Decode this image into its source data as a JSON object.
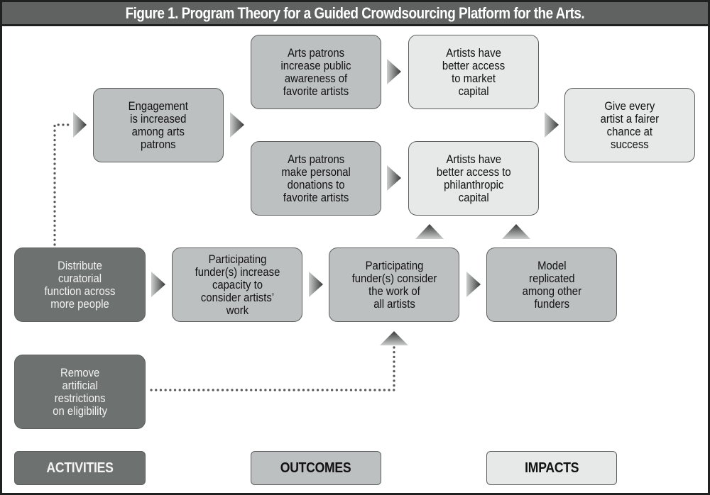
{
  "figure": {
    "title": "Figure 1. Program Theory for a Guided Crowdsourcing Platform for the Arts."
  },
  "colors": {
    "activities": "#6d7170",
    "outcomes": "#bdc0c1",
    "impacts": "#e7e8e8",
    "title_bar": "#5f6261",
    "border": "#5b5e5d",
    "arrow_light": "#c9cbcb",
    "arrow_dark": "#3a3c3c",
    "dotted_line": "#555857"
  },
  "nodes": {
    "engagement": {
      "type": "outcome",
      "text": "Engagement\nis increased\namong arts\npatrons"
    },
    "patrons_awareness": {
      "type": "outcome",
      "text": "Arts patrons\nincrease public\nawareness of\nfavorite artists"
    },
    "market_capital": {
      "type": "impact",
      "text": "Artists have\nbetter access\nto market\ncapital"
    },
    "patrons_donations": {
      "type": "outcome",
      "text": "Arts patrons\nmake personal\ndonations to\nfavorite artists"
    },
    "philanthropic_capital": {
      "type": "impact",
      "text": "Artists have\nbetter access to\nphilanthropic\ncapital"
    },
    "fairer_chance": {
      "type": "impact",
      "text": "Give every\nartist a fairer\nchance at\nsuccess"
    },
    "distribute_curatorial": {
      "type": "activity",
      "text": "Distribute\ncuratorial\nfunction across\nmore people"
    },
    "funders_capacity": {
      "type": "outcome",
      "text": "Participating\nfunder(s) increase\ncapacity to\nconsider artists’\nwork"
    },
    "funders_consider_all": {
      "type": "outcome",
      "text": "Participating\nfunder(s) consider\nthe work of\nall artists"
    },
    "model_replicated": {
      "type": "outcome",
      "text": "Model\nreplicated\namong other\nfunders"
    },
    "remove_restrictions": {
      "type": "activity",
      "text": "Remove\nartificial\nrestrictions\non eligibility"
    }
  },
  "edges": [
    {
      "from": "distribute_curatorial",
      "to": "engagement",
      "style": "dotted"
    },
    {
      "from": "engagement",
      "to": "patrons_awareness",
      "style": "solid"
    },
    {
      "from": "engagement",
      "to": "patrons_donations",
      "style": "solid"
    },
    {
      "from": "patrons_awareness",
      "to": "market_capital",
      "style": "solid"
    },
    {
      "from": "patrons_donations",
      "to": "philanthropic_capital",
      "style": "solid"
    },
    {
      "from": "market_capital",
      "to": "fairer_chance",
      "style": "solid"
    },
    {
      "from": "philanthropic_capital",
      "to": "fairer_chance",
      "style": "solid"
    },
    {
      "from": "distribute_curatorial",
      "to": "funders_capacity",
      "style": "solid"
    },
    {
      "from": "funders_capacity",
      "to": "funders_consider_all",
      "style": "solid"
    },
    {
      "from": "funders_consider_all",
      "to": "model_replicated",
      "style": "solid"
    },
    {
      "from": "funders_consider_all",
      "to": "philanthropic_capital",
      "style": "solid"
    },
    {
      "from": "model_replicated",
      "to": "philanthropic_capital",
      "style": "solid"
    },
    {
      "from": "remove_restrictions",
      "to": "funders_consider_all",
      "style": "dotted"
    }
  ],
  "legend": {
    "activities": "ACTIVITIES",
    "outcomes": "OUTCOMES",
    "impacts": "IMPACTS"
  }
}
